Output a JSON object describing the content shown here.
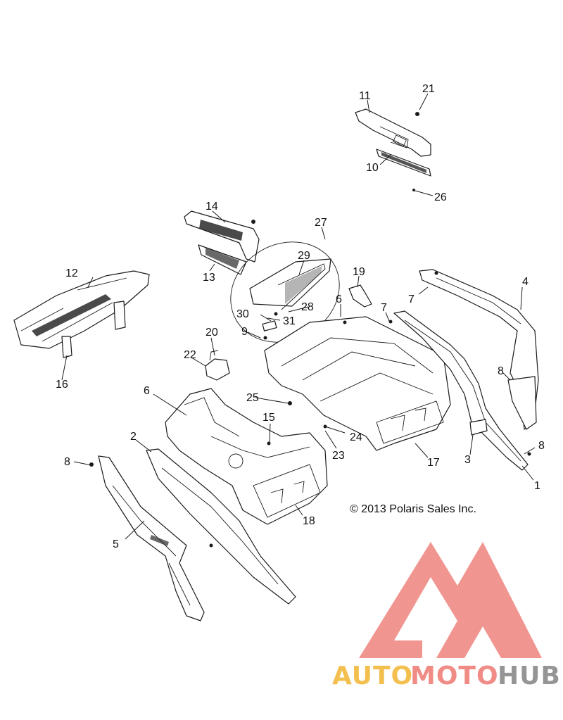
{
  "callouts": [
    {
      "n": "1"
    },
    {
      "n": "2"
    },
    {
      "n": "3"
    },
    {
      "n": "4"
    },
    {
      "n": "5"
    },
    {
      "n": "6"
    },
    {
      "n": "6"
    },
    {
      "n": "7"
    },
    {
      "n": "7"
    },
    {
      "n": "8"
    },
    {
      "n": "8"
    },
    {
      "n": "8"
    },
    {
      "n": "9"
    },
    {
      "n": "10"
    },
    {
      "n": "11"
    },
    {
      "n": "12"
    },
    {
      "n": "13"
    },
    {
      "n": "14"
    },
    {
      "n": "15"
    },
    {
      "n": "16"
    },
    {
      "n": "17"
    },
    {
      "n": "18"
    },
    {
      "n": "19"
    },
    {
      "n": "20"
    },
    {
      "n": "21"
    },
    {
      "n": "22"
    },
    {
      "n": "23"
    },
    {
      "n": "24"
    },
    {
      "n": "25"
    },
    {
      "n": "26"
    },
    {
      "n": "27"
    },
    {
      "n": "28"
    },
    {
      "n": "29"
    },
    {
      "n": "30"
    },
    {
      "n": "31"
    }
  ],
  "copyright": "© 2013 Polaris Sales Inc.",
  "watermark": {
    "text_auto": "AUTO",
    "text_moto": "MOTO",
    "text_hub": "HUB",
    "color_auto": "#f2b93b",
    "color_moto": "#ef7f78",
    "color_hub": "#8a8a8a",
    "logo_color": "#ef8a84"
  }
}
